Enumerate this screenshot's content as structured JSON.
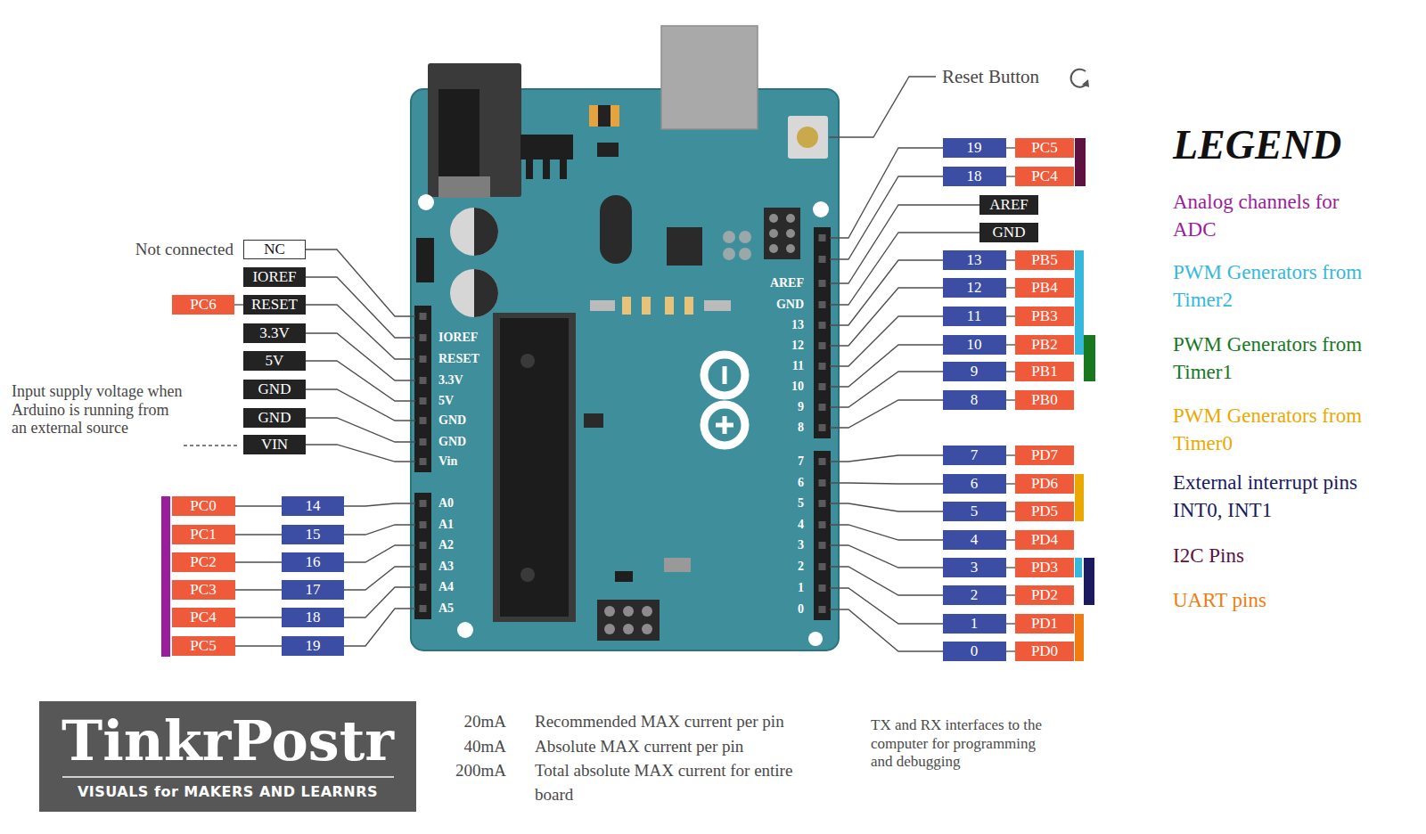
{
  "diagram": {
    "nodes": [
      {
        "text": [
          "NC"
        ]
      },
      {
        "text": [
          "IOREF"
        ]
      },
      {
        "text": [
          "PC6"
        ]
      },
      {
        "text": [
          "RESET"
        ]
      },
      {
        "text": [
          "3.3V"
        ]
      },
      {
        "text": [
          "5V"
        ]
      },
      {
        "text": [
          "GND"
        ]
      },
      {
        "text": [
          "GND"
        ]
      },
      {
        "text": [
          "VIN"
        ]
      },
      {
        "text": [
          "PC0"
        ]
      },
      {
        "text": [
          "14"
        ]
      },
      {
        "text": [
          "PC1"
        ]
      },
      {
        "text": [
          "15"
        ]
      },
      {
        "text": [
          "PC2"
        ]
      },
      {
        "text": [
          "16"
        ]
      },
      {
        "text": [
          "PC3"
        ]
      },
      {
        "text": [
          "17"
        ]
      },
      {
        "text": [
          "PC4"
        ]
      },
      {
        "text": [
          "18"
        ]
      },
      {
        "text": [
          "PC5"
        ]
      },
      {
        "text": [
          "19"
        ]
      },
      {
        "text": [
          "19"
        ]
      },
      {
        "text": [
          "PC5"
        ]
      },
      {
        "text": [
          "18"
        ]
      },
      {
        "text": [
          "PC4"
        ]
      },
      {
        "text": [
          "AREF"
        ]
      },
      {
        "text": [
          "GND"
        ]
      },
      {
        "text": [
          "13"
        ]
      },
      {
        "text": [
          "PB5"
        ]
      },
      {
        "text": [
          "12"
        ]
      },
      {
        "text": [
          "PB4"
        ]
      },
      {
        "text": [
          "11"
        ]
      },
      {
        "text": [
          "PB3"
        ]
      },
      {
        "text": [
          "10"
        ]
      },
      {
        "text": [
          "PB2"
        ]
      },
      {
        "text": [
          "9"
        ]
      },
      {
        "text": [
          "PB1"
        ]
      },
      {
        "text": [
          "8"
        ]
      },
      {
        "text": [
          "PB0"
        ]
      },
      {
        "text": [
          "7"
        ]
      },
      {
        "text": [
          "PD7"
        ]
      },
      {
        "text": [
          "6"
        ]
      },
      {
        "text": [
          "PD6"
        ]
      },
      {
        "text": [
          "5"
        ]
      },
      {
        "text": [
          "PD5"
        ]
      },
      {
        "text": [
          "4"
        ]
      },
      {
        "text": [
          "PD4"
        ]
      },
      {
        "text": [
          "3"
        ]
      },
      {
        "text": [
          "PD3"
        ]
      },
      {
        "text": [
          "2"
        ]
      },
      {
        "text": [
          "PD2"
        ]
      },
      {
        "text": [
          "1"
        ]
      },
      {
        "text": [
          "PD1"
        ]
      },
      {
        "text": [
          "0"
        ]
      },
      {
        "text": [
          "PD0"
        ]
      },
      {
        "text": [
          "TinkrPostr",
          "VISUALS for MAKERS AND LEARNRS"
        ]
      }
    ],
    "edges": [
      {
        "from": 2,
        "to": 3,
        "arrow": "none"
      },
      {
        "from": 9,
        "to": 10,
        "arrow": "none"
      },
      {
        "from": 11,
        "to": 12,
        "arrow": "none"
      },
      {
        "from": 13,
        "to": 14,
        "arrow": "none"
      },
      {
        "from": 15,
        "to": 16,
        "arrow": "none"
      },
      {
        "from": 17,
        "to": 18,
        "arrow": "none"
      },
      {
        "from": 19,
        "to": 20,
        "arrow": "none"
      },
      {
        "from": 21,
        "to": 22,
        "arrow": "none"
      },
      {
        "from": 23,
        "to": 24,
        "arrow": "none"
      },
      {
        "from": 27,
        "to": 28,
        "arrow": "none"
      },
      {
        "from": 29,
        "to": 30,
        "arrow": "none"
      },
      {
        "from": 31,
        "to": 32,
        "arrow": "none"
      },
      {
        "from": 33,
        "to": 34,
        "arrow": "none"
      },
      {
        "from": 35,
        "to": 36,
        "arrow": "none"
      },
      {
        "from": 37,
        "to": 38,
        "arrow": "none"
      },
      {
        "from": 39,
        "to": 40,
        "arrow": "none"
      },
      {
        "from": 41,
        "to": 42,
        "arrow": "none"
      },
      {
        "from": 43,
        "to": 44,
        "arrow": "none"
      },
      {
        "from": 45,
        "to": 46,
        "arrow": "none"
      },
      {
        "from": 47,
        "to": 48,
        "arrow": "none"
      },
      {
        "from": 49,
        "to": 50,
        "arrow": "none"
      },
      {
        "from": 51,
        "to": 52,
        "arrow": "none"
      },
      {
        "from": 53,
        "to": 54,
        "arrow": "none"
      }
    ],
    "labels": [
      "Reset Button",
      "Not connected",
      "Input supply voltage when Arduino is running from an external source",
      "LEGEND",
      "IOREF",
      "RESET",
      "3.3V",
      "5V",
      "GND",
      "GND",
      "Vin",
      "A0",
      "A1",
      "A2",
      "A3",
      "A4",
      "A5",
      "AREF",
      "GND",
      "13",
      "12",
      "11",
      "10",
      "9",
      "8",
      "7",
      "6",
      "5",
      "4",
      "3",
      "2",
      "1",
      "0",
      "20mA",
      "Recommended MAX current per pin",
      "40mA",
      "Absolute MAX current per pin",
      "200mA",
      "Total absolute MAX current for entire board",
      "TX and RX interfaces to the computer for programming and debugging"
    ],
    "legend": [
      {
        "text": "Analog channels for ADC",
        "color": "#9c1d9b"
      },
      {
        "text": "PWM Generators from Timer2",
        "color": "#35b8dc"
      },
      {
        "text": "PWM Generators from Timer1",
        "color": "#17781f"
      },
      {
        "text": "PWM Generators from Timer0",
        "color": "#eaa900"
      },
      {
        "text": "External interrupt pins INT0, INT1",
        "color": "#1b1a5e"
      },
      {
        "text": "I2C Pins",
        "color": "#5e1240"
      },
      {
        "text": "UART pins",
        "color": "#f07c12"
      }
    ]
  }
}
